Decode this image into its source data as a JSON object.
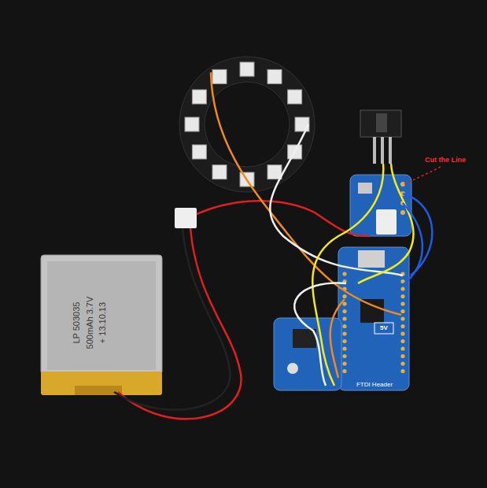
{
  "diagram": {
    "labels": [
      "Cut the Line",
      "LP 503035",
      "500mAh 3.7V",
      "+ 13.10.13",
      "FTDI Header",
      "5V"
    ]
  }
}
